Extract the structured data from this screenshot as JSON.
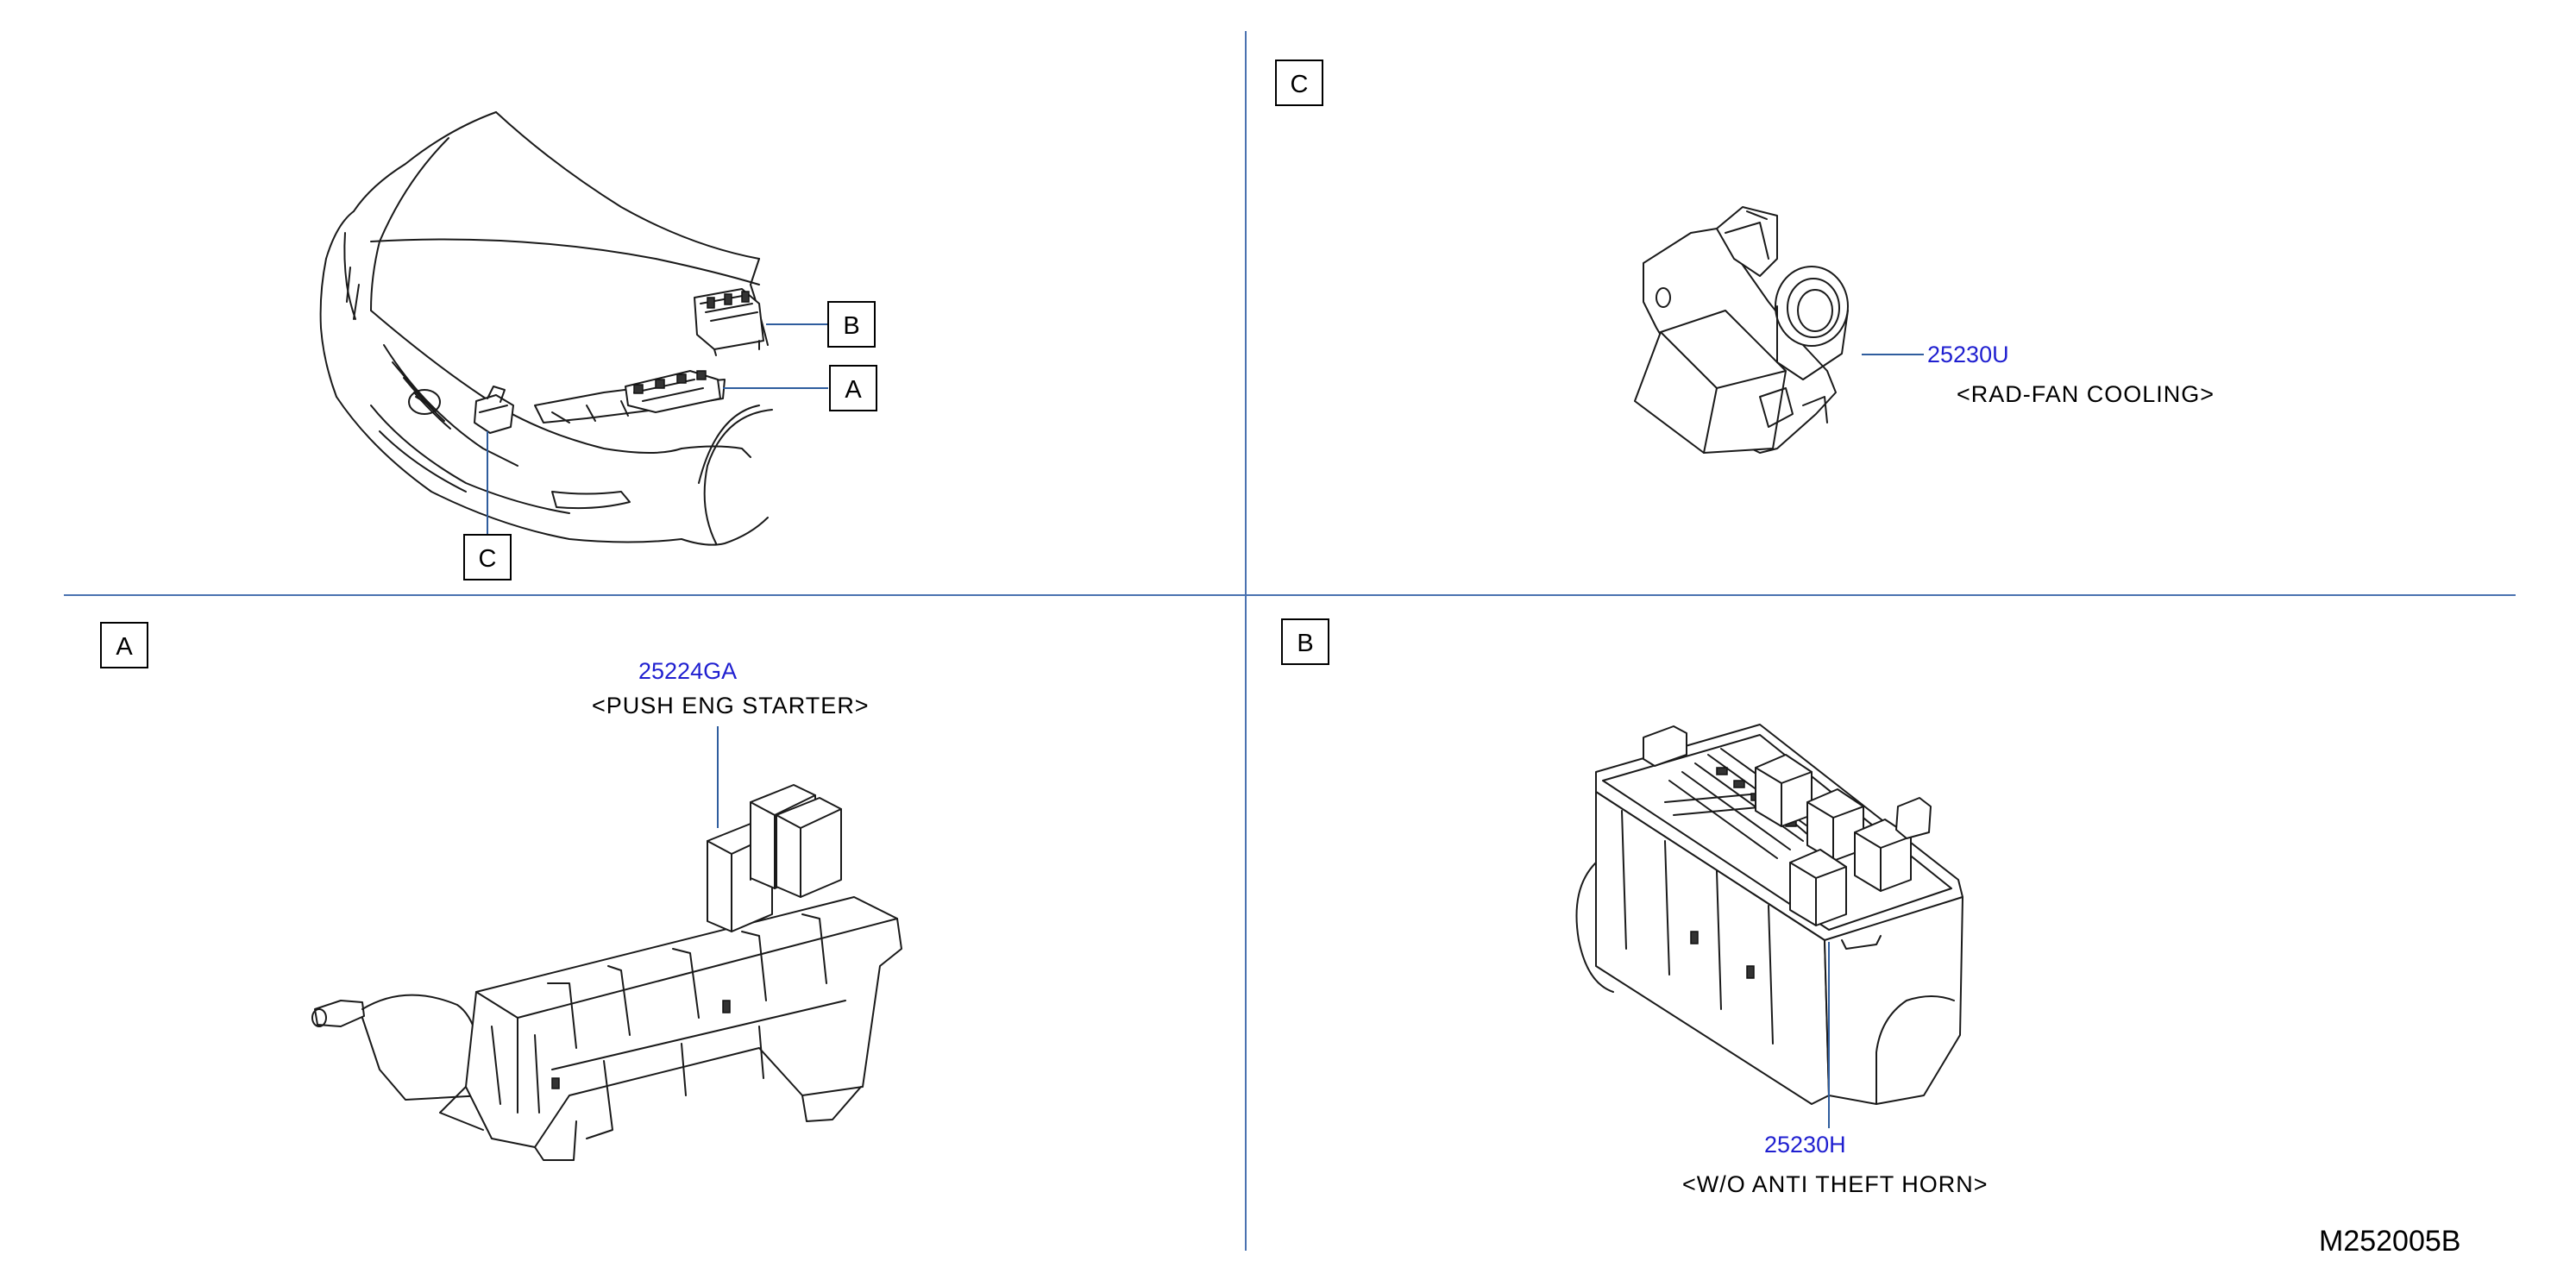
{
  "panels": {
    "overview": {
      "callouts": [
        {
          "letter": "B"
        },
        {
          "letter": "A"
        },
        {
          "letter": "C"
        }
      ]
    },
    "C": {
      "box_letter": "C",
      "part_number": "25230U",
      "description": "<RAD-FAN   COOLING>"
    },
    "A": {
      "box_letter": "A",
      "part_number": "25224GA",
      "description": "<PUSH   ENG   STARTER>"
    },
    "B": {
      "box_letter": "B",
      "part_number": "25230H",
      "description": "<W/O   ANTI   THEFT   HORN>"
    }
  },
  "diagram_code": "M252005B",
  "colors": {
    "part_number_text": "#1f1fd0",
    "divider_lines": "#4a72b0",
    "leader_lines": "#2f5d9e"
  }
}
